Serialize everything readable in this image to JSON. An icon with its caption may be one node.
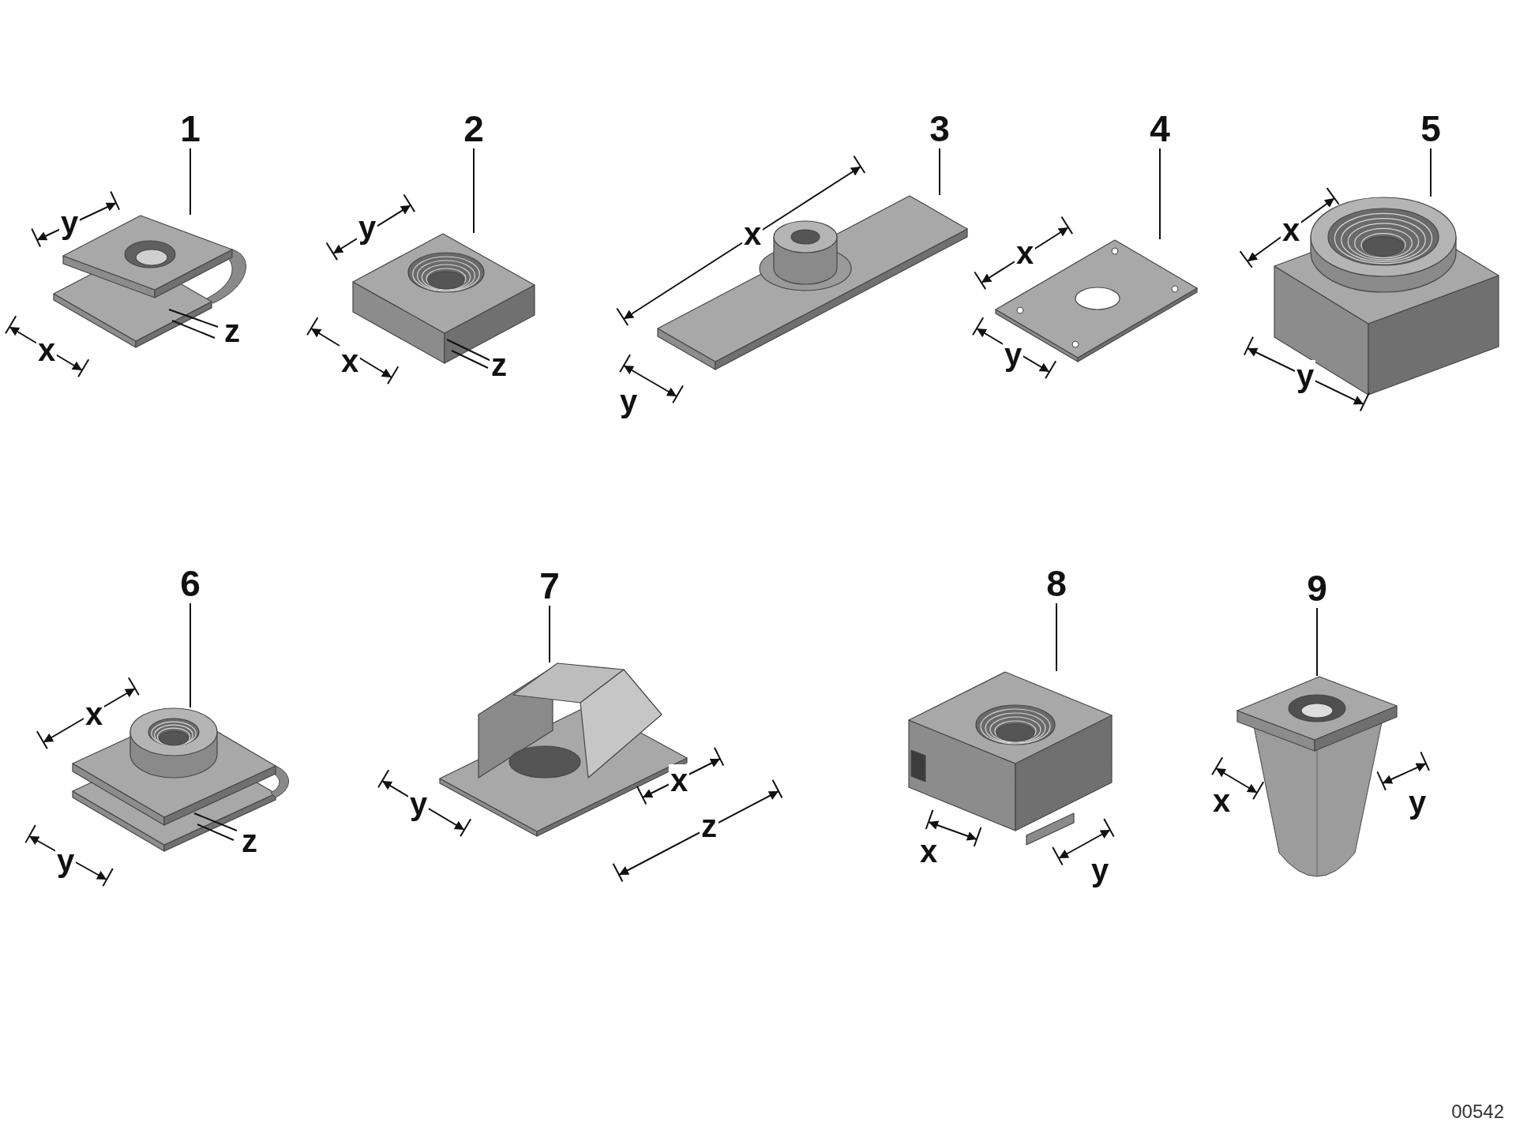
{
  "diagram": {
    "nodes": [
      {
        "text": [
          "1"
        ]
      },
      {
        "text": [
          "2"
        ]
      },
      {
        "text": [
          "3"
        ]
      },
      {
        "text": [
          "4"
        ]
      },
      {
        "text": [
          "5"
        ]
      },
      {
        "text": [
          "6"
        ]
      },
      {
        "text": [
          "7"
        ]
      },
      {
        "text": [
          "8"
        ]
      },
      {
        "text": [
          "9"
        ]
      },
      {
        "text": [],
        "shape": "picture"
      },
      {
        "text": [],
        "shape": "picture"
      },
      {
        "text": [],
        "shape": "picture"
      },
      {
        "text": [],
        "shape": "picture"
      },
      {
        "text": [],
        "shape": "picture"
      },
      {
        "text": [],
        "shape": "picture"
      },
      {
        "text": [],
        "shape": "picture"
      },
      {
        "text": [],
        "shape": "picture"
      },
      {
        "text": [],
        "shape": "picture"
      }
    ],
    "edges": [
      {
        "from": 0,
        "to": 9,
        "arrow": "none"
      },
      {
        "from": 1,
        "to": 10,
        "arrow": "none"
      },
      {
        "from": 2,
        "to": 11,
        "arrow": "none"
      },
      {
        "from": 3,
        "to": 12,
        "arrow": "none"
      },
      {
        "from": 4,
        "to": 13,
        "arrow": "none"
      },
      {
        "from": 5,
        "to": 14,
        "arrow": "none"
      },
      {
        "from": 6,
        "to": 15,
        "arrow": "none"
      },
      {
        "from": 7,
        "to": 16,
        "arrow": "none"
      },
      {
        "from": 8,
        "to": 17,
        "arrow": "none"
      }
    ],
    "labels": [
      "y",
      "x",
      "z",
      "y",
      "x",
      "z",
      "x",
      "y",
      "x",
      "y",
      "x",
      "y",
      "x",
      "z",
      "y",
      "y",
      "x",
      "z",
      "x",
      "y",
      "x",
      "y",
      "00542"
    ]
  }
}
